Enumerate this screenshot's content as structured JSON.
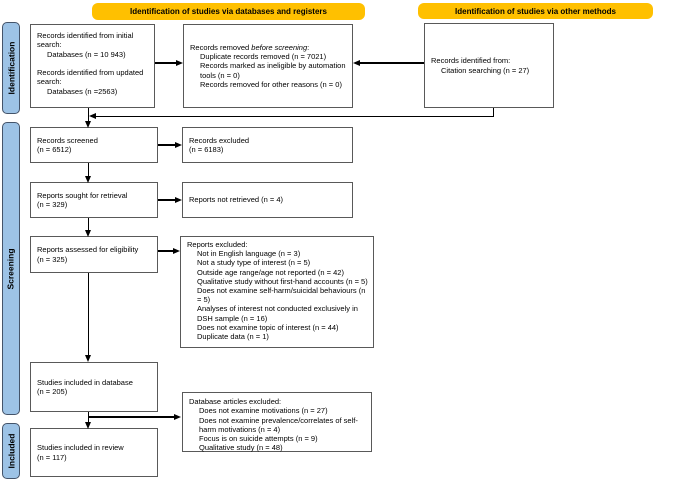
{
  "banners": {
    "databases": "Identification of studies via databases and registers",
    "other": "Identification of studies via other methods"
  },
  "sidebar": {
    "identification": "Identification",
    "screening": "Screening",
    "included": "Included"
  },
  "boxes": {
    "records_identified": {
      "lines": [
        {
          "text": "Records identified from initial search:",
          "indent": 0
        },
        {
          "text": "Databases (n = 10 943)",
          "indent": 1
        },
        {
          "text": "",
          "indent": 0
        },
        {
          "text": "Records identified from updated search:",
          "indent": 0
        },
        {
          "text": "Databases (n =2563)",
          "indent": 1
        }
      ]
    },
    "records_removed": {
      "lines": [
        {
          "parts": [
            {
              "text": "Records removed ",
              "italic": false
            },
            {
              "text": "before screening",
              "italic": true
            },
            {
              "text": ":",
              "italic": false
            }
          ]
        },
        {
          "text": "Duplicate records removed (n = 7021)",
          "indent": 1
        },
        {
          "text": "Records marked as ineligible by automation tools (n = 0)",
          "indent": 1
        },
        {
          "text": "Records removed for other reasons (n = 0)",
          "indent": 1
        }
      ]
    },
    "citation": {
      "lines": [
        {
          "text": "Records identified from:",
          "indent": 0
        },
        {
          "text": "Citation searching (n = 27)",
          "indent": 1
        }
      ]
    },
    "records_screened": {
      "lines": [
        {
          "text": "Records screened",
          "indent": 0
        },
        {
          "text": "(n = 6512)",
          "indent": 0
        }
      ]
    },
    "records_excluded": {
      "lines": [
        {
          "text": "Records excluded",
          "indent": 0
        },
        {
          "text": "(n = 6183)",
          "indent": 0
        }
      ]
    },
    "reports_sought": {
      "lines": [
        {
          "text": "Reports sought for retrieval",
          "indent": 0
        },
        {
          "text": "(n = 329)",
          "indent": 0
        }
      ]
    },
    "reports_not_retrieved": {
      "lines": [
        {
          "text": "Reports not retrieved (n = 4)",
          "indent": 0
        }
      ]
    },
    "reports_assessed": {
      "lines": [
        {
          "text": "Reports assessed for eligibility",
          "indent": 0
        },
        {
          "text": "(n = 325)",
          "indent": 0
        }
      ]
    },
    "reports_excluded": {
      "lines": [
        {
          "text": "Reports excluded:",
          "indent": 0
        },
        {
          "text": "Not in English language (n = 3)",
          "indent": 1
        },
        {
          "text": "Not a study type of interest (n = 5)",
          "indent": 1
        },
        {
          "text": "Outside age range/age not reported (n = 42)",
          "indent": 1
        },
        {
          "text": "Qualitative study without first-hand accounts (n = 5)",
          "indent": 1
        },
        {
          "text": "Does not examine self-harm/suicidal behaviours (n = 5)",
          "indent": 1
        },
        {
          "text": "Analyses of interest not conducted exclusively in DSH sample (n = 16)",
          "indent": 1
        },
        {
          "text": "Does not examine topic of interest (n = 44)",
          "indent": 1
        },
        {
          "text": "Duplicate data (n = 1)",
          "indent": 1
        }
      ]
    },
    "studies_database": {
      "lines": [
        {
          "text": "Studies included in database",
          "indent": 0
        },
        {
          "text": "(n = 205)",
          "indent": 0
        }
      ]
    },
    "database_articles_excluded": {
      "lines": [
        {
          "text": "Database articles excluded:",
          "indent": 0
        },
        {
          "text": "Does not examine motivations (n = 27)",
          "indent": 1
        },
        {
          "text": "Does not examine prevalence/correlates of self-harm motivations (n = 4)",
          "indent": 1
        },
        {
          "text": "Focus is on suicide attempts (n = 9)",
          "indent": 1
        },
        {
          "text": "Qualitative study (n = 48)",
          "indent": 1
        }
      ]
    },
    "studies_review": {
      "lines": [
        {
          "text": "Studies included in review",
          "indent": 0
        },
        {
          "text": "(n = 117)",
          "indent": 0
        }
      ]
    }
  },
  "colors": {
    "banner_bg": "#FFC000",
    "tab_fill": "#9DC3E6",
    "tab_border": "#44546A",
    "box_border": "#595959",
    "arrow": "#000000",
    "text": "#000000"
  }
}
